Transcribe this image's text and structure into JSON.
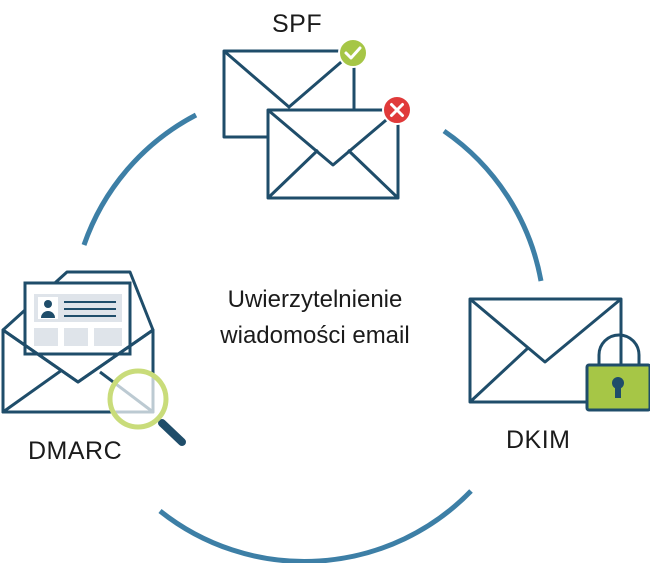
{
  "labels": {
    "spf": "SPF",
    "dkim": "DKIM",
    "dmarc": "DMARC"
  },
  "center": {
    "line1": "Uwierzytelnienie",
    "line2": "wiadomości email"
  },
  "colors": {
    "arc": "#3d7fa6",
    "envelope_stroke": "#1f4d6a",
    "check_badge": "#a6c646",
    "error_badge": "#e03a3a",
    "lock": "#a6c646",
    "magnifier": "#c9dc7a",
    "card_fill": "#dfe4ea"
  },
  "icons": [
    "envelope-icon",
    "check-badge-icon",
    "error-badge-icon",
    "padlock-icon",
    "open-envelope-icon",
    "magnifier-icon"
  ]
}
